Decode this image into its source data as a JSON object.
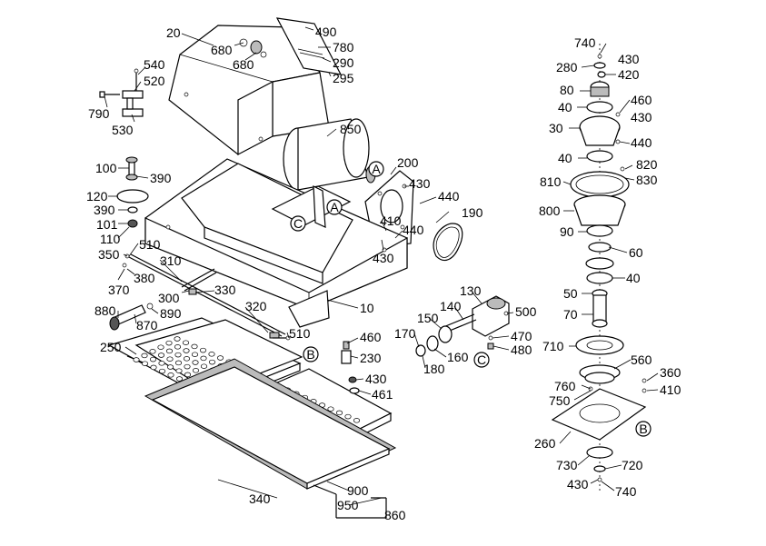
{
  "diagram": {
    "part_numbers": {
      "p20": "20",
      "p680a": "680",
      "p680b": "680",
      "p490": "490",
      "p780": "780",
      "p290": "290",
      "p295": "295",
      "p540": "540",
      "p520": "520",
      "p790": "790",
      "p530": "530",
      "p850": "850",
      "p100": "100",
      "p390a": "390",
      "p120": "120",
      "p390b": "390",
      "p101": "101",
      "p110": "110",
      "p200": "200",
      "p430a": "430",
      "p440a": "440",
      "p190": "190",
      "p410a": "410",
      "p440b": "440",
      "p430b": "430",
      "p510a": "510",
      "p350": "350",
      "p310": "310",
      "p380": "380",
      "p370": "370",
      "p330": "330",
      "p300": "300",
      "p320": "320",
      "p10": "10",
      "p880": "880",
      "p890": "890",
      "p870": "870",
      "p250": "250",
      "p510b": "510",
      "p460a": "460",
      "p230": "230",
      "p430c": "430",
      "p461": "461",
      "p130": "130",
      "p140": "140",
      "p500": "500",
      "p150": "150",
      "p170": "170",
      "p160": "160",
      "p180": "180",
      "p470": "470",
      "p480": "480",
      "p340": "340",
      "p900": "900",
      "p950": "950",
      "p860": "860",
      "p740a": "740",
      "p430d": "430",
      "p280": "280",
      "p420": "420",
      "p80": "80",
      "p460b": "460",
      "p40a": "40",
      "p430e": "430",
      "p30": "30",
      "p440c": "440",
      "p40b": "40",
      "p820": "820",
      "p810": "810",
      "p830": "830",
      "p800": "800",
      "p90": "90",
      "p60": "60",
      "p40c": "40",
      "p50": "50",
      "p70": "70",
      "p710": "710",
      "p560": "560",
      "p360": "360",
      "p760": "760",
      "p410b": "410",
      "p750": "750",
      "p260": "260",
      "p730": "730",
      "p720": "720",
      "p430f": "430",
      "p740b": "740"
    },
    "callouts": {
      "A1": "A",
      "A2": "A",
      "C1": "C",
      "C2": "C",
      "B1": "B",
      "B2": "B"
    }
  }
}
